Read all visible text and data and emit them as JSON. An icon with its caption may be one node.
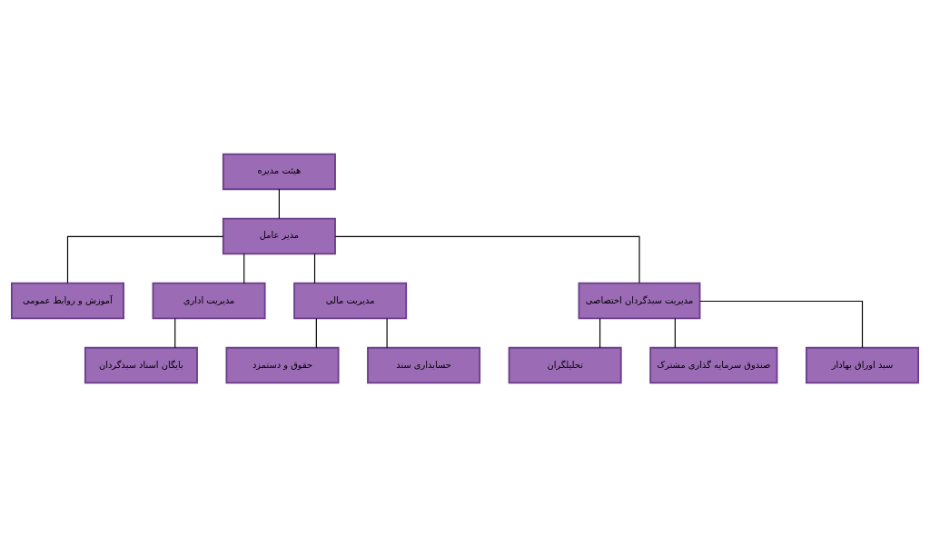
{
  "diagram": {
    "nodes": [
      {
        "text": [
          "هیئت مدیره"
        ]
      },
      {
        "text": [
          "مدیر عامل"
        ]
      },
      {
        "text": [
          "آموزش و روابط عمومی"
        ]
      },
      {
        "text": [
          "مدیریت اداری"
        ]
      },
      {
        "text": [
          "مدیریت مالی"
        ]
      },
      {
        "text": [
          "مدیریت سبدگردان اختصاصی"
        ]
      },
      {
        "text": [
          "بایگان اسناد سبدگردان"
        ]
      },
      {
        "text": [
          "حقوق و دستمزد"
        ]
      },
      {
        "text": [
          "حسابداری سند"
        ]
      },
      {
        "text": [
          "تحلیلگران"
        ]
      },
      {
        "text": [
          "صندوق سرمایه گذاری مشترک"
        ]
      },
      {
        "text": [
          "سبد اوراق بهادار"
        ]
      }
    ],
    "edges": [
      {
        "from": 0,
        "to": 1,
        "arrow": "none"
      },
      {
        "from": 1,
        "to": 2,
        "arrow": "none"
      },
      {
        "from": 1,
        "to": 3,
        "arrow": "none"
      },
      {
        "from": 1,
        "to": 4,
        "arrow": "none"
      },
      {
        "from": 1,
        "to": 5,
        "arrow": "none"
      },
      {
        "from": 3,
        "to": 6,
        "arrow": "none"
      },
      {
        "from": 4,
        "to": 7,
        "arrow": "none"
      },
      {
        "from": 4,
        "to": 8,
        "arrow": "none"
      },
      {
        "from": 5,
        "to": 9,
        "arrow": "none"
      },
      {
        "from": 5,
        "to": 10,
        "arrow": "none"
      },
      {
        "from": 5,
        "to": 11,
        "arrow": "none"
      }
    ]
  }
}
